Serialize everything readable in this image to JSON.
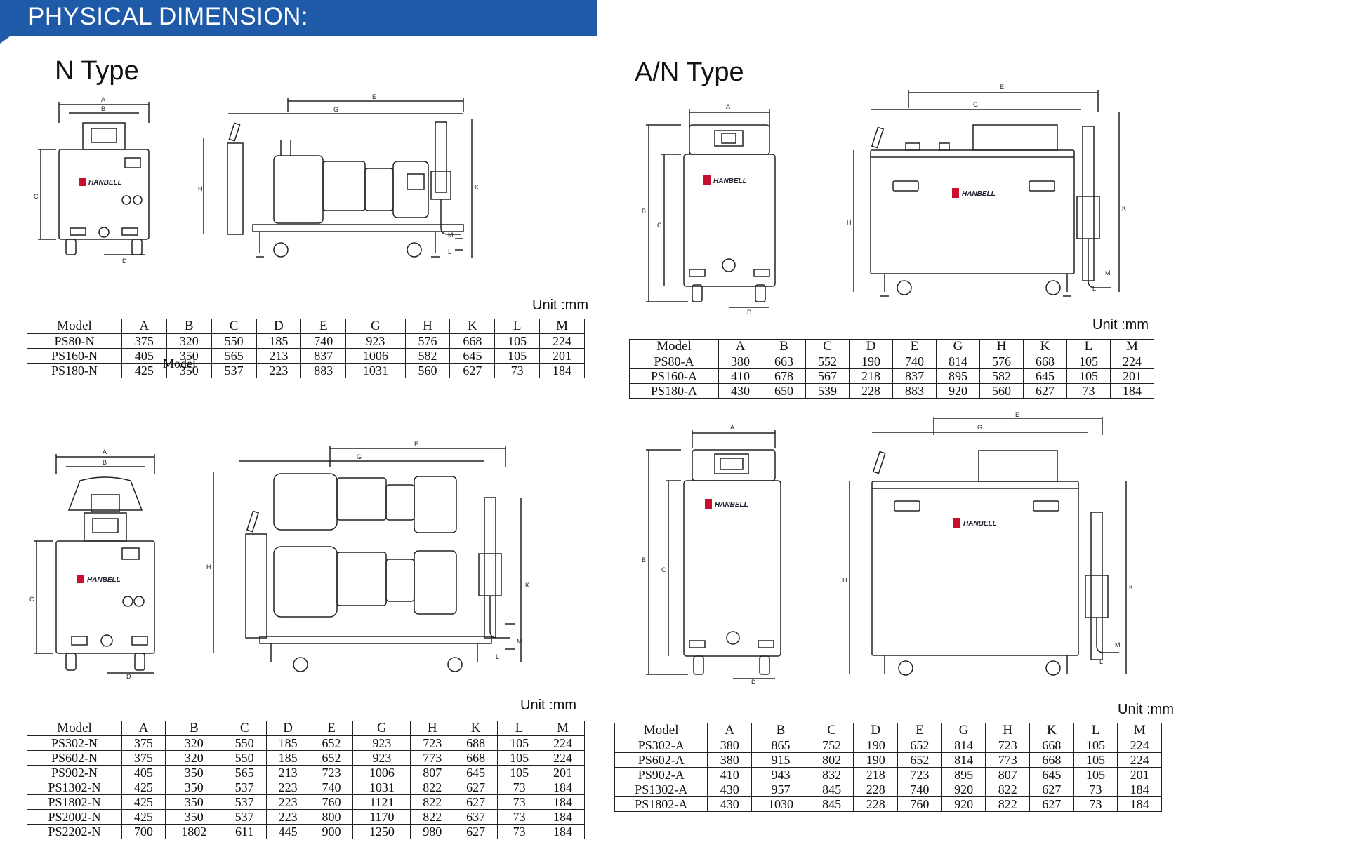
{
  "header": {
    "title": "PHYSICAL DIMENSION:",
    "color": "#1e5aa8"
  },
  "sections": {
    "n_type": {
      "title": "N Type"
    },
    "an_type": {
      "title": "A/N Type"
    }
  },
  "stray_label": "Model",
  "logo_text": "HANBELL",
  "dim_letters": {
    "A": "A",
    "B": "B",
    "C": "C",
    "D": "D",
    "E": "E",
    "G": "G",
    "H": "H",
    "K": "K",
    "L": "L",
    "M": "M"
  },
  "tables": {
    "n_small": {
      "unit": "Unit :mm",
      "headers": [
        "Model",
        "A",
        "B",
        "C",
        "D",
        "E",
        "G",
        "H",
        "K",
        "L",
        "M"
      ],
      "rows": [
        [
          "PS80-N",
          "375",
          "320",
          "550",
          "185",
          "740",
          "923",
          "576",
          "668",
          "105",
          "224"
        ],
        [
          "PS160-N",
          "405",
          "350",
          "565",
          "213",
          "837",
          "1006",
          "582",
          "645",
          "105",
          "201"
        ],
        [
          "PS180-N",
          "425",
          "350",
          "537",
          "223",
          "883",
          "1031",
          "560",
          "627",
          "73",
          "184"
        ]
      ]
    },
    "an_small": {
      "unit": "Unit :mm",
      "headers": [
        "Model",
        "A",
        "B",
        "C",
        "D",
        "E",
        "G",
        "H",
        "K",
        "L",
        "M"
      ],
      "rows": [
        [
          "PS80-A",
          "380",
          "663",
          "552",
          "190",
          "740",
          "814",
          "576",
          "668",
          "105",
          "224"
        ],
        [
          "PS160-A",
          "410",
          "678",
          "567",
          "218",
          "837",
          "895",
          "582",
          "645",
          "105",
          "201"
        ],
        [
          "PS180-A",
          "430",
          "650",
          "539",
          "228",
          "883",
          "920",
          "560",
          "627",
          "73",
          "184"
        ]
      ]
    },
    "n_large": {
      "unit": "Unit :mm",
      "headers": [
        "Model",
        "A",
        "B",
        "C",
        "D",
        "E",
        "G",
        "H",
        "K",
        "L",
        "M"
      ],
      "rows": [
        [
          "PS302-N",
          "375",
          "320",
          "550",
          "185",
          "652",
          "923",
          "723",
          "688",
          "105",
          "224"
        ],
        [
          "PS602-N",
          "375",
          "320",
          "550",
          "185",
          "652",
          "923",
          "773",
          "668",
          "105",
          "224"
        ],
        [
          "PS902-N",
          "405",
          "350",
          "565",
          "213",
          "723",
          "1006",
          "807",
          "645",
          "105",
          "201"
        ],
        [
          "PS1302-N",
          "425",
          "350",
          "537",
          "223",
          "740",
          "1031",
          "822",
          "627",
          "73",
          "184"
        ],
        [
          "PS1802-N",
          "425",
          "350",
          "537",
          "223",
          "760",
          "1121",
          "822",
          "627",
          "73",
          "184"
        ],
        [
          "PS2002-N",
          "425",
          "350",
          "537",
          "223",
          "800",
          "1170",
          "822",
          "637",
          "73",
          "184"
        ],
        [
          "PS2202-N",
          "700",
          "1802",
          "611",
          "445",
          "900",
          "1250",
          "980",
          "627",
          "73",
          "184"
        ]
      ]
    },
    "an_large": {
      "unit": "Unit :mm",
      "headers": [
        "Model",
        "A",
        "B",
        "C",
        "D",
        "E",
        "G",
        "H",
        "K",
        "L",
        "M"
      ],
      "rows": [
        [
          "PS302-A",
          "380",
          "865",
          "752",
          "190",
          "652",
          "814",
          "723",
          "668",
          "105",
          "224"
        ],
        [
          "PS602-A",
          "380",
          "915",
          "802",
          "190",
          "652",
          "814",
          "773",
          "668",
          "105",
          "224"
        ],
        [
          "PS902-A",
          "410",
          "943",
          "832",
          "218",
          "723",
          "895",
          "807",
          "645",
          "105",
          "201"
        ],
        [
          "PS1302-A",
          "430",
          "957",
          "845",
          "228",
          "740",
          "920",
          "822",
          "627",
          "73",
          "184"
        ],
        [
          "PS1802-A",
          "430",
          "1030",
          "845",
          "228",
          "760",
          "920",
          "822",
          "627",
          "73",
          "184"
        ]
      ]
    }
  }
}
